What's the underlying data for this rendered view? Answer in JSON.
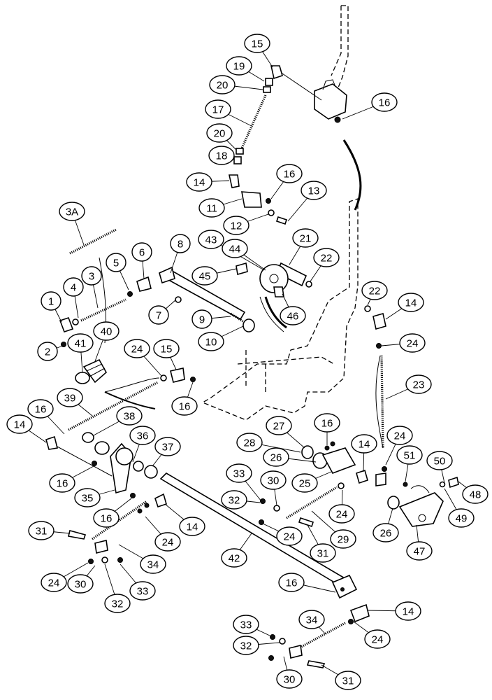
{
  "callouts": [
    {
      "id": "c15a",
      "label": "15"
    },
    {
      "id": "c19",
      "label": "19"
    },
    {
      "id": "c20a",
      "label": "20"
    },
    {
      "id": "c16a",
      "label": "16"
    },
    {
      "id": "c17",
      "label": "17"
    },
    {
      "id": "c20b",
      "label": "20"
    },
    {
      "id": "c18",
      "label": "18"
    },
    {
      "id": "c16b",
      "label": "16"
    },
    {
      "id": "c13",
      "label": "13"
    },
    {
      "id": "c14a",
      "label": "14"
    },
    {
      "id": "c11",
      "label": "11"
    },
    {
      "id": "c12",
      "label": "12"
    },
    {
      "id": "c3a",
      "label": "3A"
    },
    {
      "id": "c8",
      "label": "8"
    },
    {
      "id": "c43",
      "label": "43"
    },
    {
      "id": "c44",
      "label": "44"
    },
    {
      "id": "c21",
      "label": "21"
    },
    {
      "id": "c6",
      "label": "6"
    },
    {
      "id": "c5",
      "label": "5"
    },
    {
      "id": "c45",
      "label": "45"
    },
    {
      "id": "c22a",
      "label": "22"
    },
    {
      "id": "c3",
      "label": "3"
    },
    {
      "id": "c4",
      "label": "4"
    },
    {
      "id": "c1",
      "label": "1"
    },
    {
      "id": "c7",
      "label": "7"
    },
    {
      "id": "c46",
      "label": "46"
    },
    {
      "id": "c22b",
      "label": "22"
    },
    {
      "id": "c14b",
      "label": "14"
    },
    {
      "id": "c9",
      "label": "9"
    },
    {
      "id": "c10",
      "label": "10"
    },
    {
      "id": "c2",
      "label": "2"
    },
    {
      "id": "c40",
      "label": "40"
    },
    {
      "id": "c41",
      "label": "41"
    },
    {
      "id": "c24a",
      "label": "24"
    },
    {
      "id": "c15b",
      "label": "15"
    },
    {
      "id": "c24b",
      "label": "24"
    },
    {
      "id": "c23",
      "label": "23"
    },
    {
      "id": "c39",
      "label": "39"
    },
    {
      "id": "c16c",
      "label": "16"
    },
    {
      "id": "c14c",
      "label": "14"
    },
    {
      "id": "c16d",
      "label": "16"
    },
    {
      "id": "c38",
      "label": "38"
    },
    {
      "id": "c36",
      "label": "36"
    },
    {
      "id": "c27",
      "label": "27"
    },
    {
      "id": "c16e",
      "label": "16"
    },
    {
      "id": "c28",
      "label": "28"
    },
    {
      "id": "c37",
      "label": "37"
    },
    {
      "id": "c26a",
      "label": "26"
    },
    {
      "id": "c14d",
      "label": "14"
    },
    {
      "id": "c24c",
      "label": "24"
    },
    {
      "id": "c51",
      "label": "51"
    },
    {
      "id": "c50",
      "label": "50"
    },
    {
      "id": "c16f",
      "label": "16"
    },
    {
      "id": "c33a",
      "label": "33"
    },
    {
      "id": "c30a",
      "label": "30"
    },
    {
      "id": "c25",
      "label": "25"
    },
    {
      "id": "c35",
      "label": "35"
    },
    {
      "id": "c48",
      "label": "48"
    },
    {
      "id": "c32a",
      "label": "32"
    },
    {
      "id": "c16g",
      "label": "16"
    },
    {
      "id": "c14e",
      "label": "14"
    },
    {
      "id": "c24d",
      "label": "24"
    },
    {
      "id": "c29",
      "label": "29"
    },
    {
      "id": "c26b",
      "label": "26"
    },
    {
      "id": "c49",
      "label": "49"
    },
    {
      "id": "c31a",
      "label": "31"
    },
    {
      "id": "c24e",
      "label": "24"
    },
    {
      "id": "c24f",
      "label": "24"
    },
    {
      "id": "c31b",
      "label": "31"
    },
    {
      "id": "c47",
      "label": "47"
    },
    {
      "id": "c34a",
      "label": "34"
    },
    {
      "id": "c42",
      "label": "42"
    },
    {
      "id": "c30b",
      "label": "30"
    },
    {
      "id": "c32b",
      "label": "32"
    },
    {
      "id": "c33b",
      "label": "33"
    },
    {
      "id": "c16h",
      "label": "16"
    },
    {
      "id": "c14f",
      "label": "14"
    },
    {
      "id": "c34b",
      "label": "34"
    },
    {
      "id": "c33c",
      "label": "33"
    },
    {
      "id": "c24g",
      "label": "24"
    },
    {
      "id": "c32c",
      "label": "32"
    },
    {
      "id": "c24h",
      "label": "24"
    },
    {
      "id": "c30c",
      "label": "30"
    },
    {
      "id": "c31c",
      "label": "31"
    }
  ]
}
